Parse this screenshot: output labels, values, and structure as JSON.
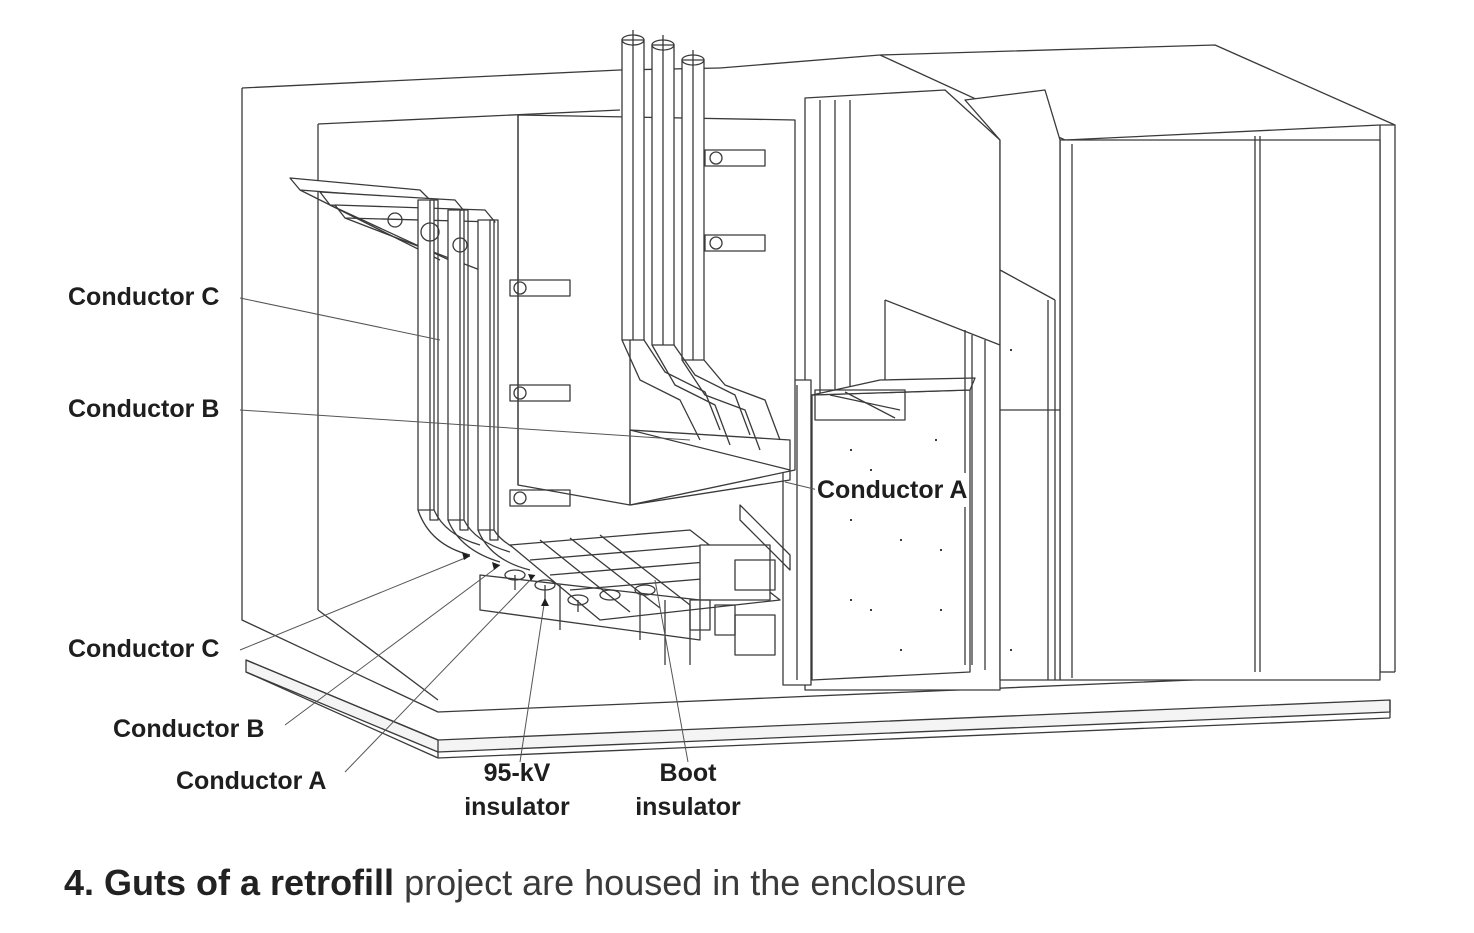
{
  "labels": {
    "conductor_c_upper": "Conductor C",
    "conductor_b_upper": "Conductor B",
    "conductor_a_right": "Conductor A",
    "conductor_c_lower": "Conductor C",
    "conductor_b_lower": "Conductor B",
    "conductor_a_lower": "Conductor A",
    "insulator_95kv_line1": "95-kV",
    "insulator_95kv_line2": "insulator",
    "boot_insulator_line1": "Boot",
    "boot_insulator_line2": "insulator"
  },
  "caption": {
    "bold": "4. Guts of a retrofill",
    "normal": "project are housed in the enclosure"
  },
  "colors": {
    "line": "#3a3a3a",
    "text": "#1e1e1e",
    "background": "#ffffff"
  }
}
